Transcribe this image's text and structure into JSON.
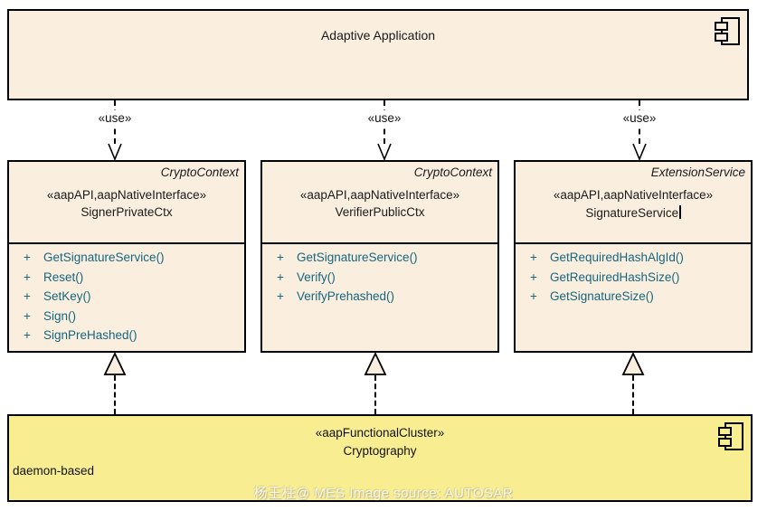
{
  "diagram": {
    "top_component": {
      "label": "Adaptive Application"
    },
    "use_dependencies": [
      {
        "label": "«use»"
      },
      {
        "label": "«use»"
      },
      {
        "label": "«use»"
      }
    ],
    "classes": [
      {
        "type_label": "CryptoContext",
        "stereotype": "«aapAPI,aapNativeInterface»",
        "name": "SignerPrivateCtx",
        "methods": [
          {
            "visibility": "+",
            "signature": "GetSignatureService()"
          },
          {
            "visibility": "+",
            "signature": "Reset()"
          },
          {
            "visibility": "+",
            "signature": "SetKey()"
          },
          {
            "visibility": "+",
            "signature": "Sign()"
          },
          {
            "visibility": "+",
            "signature": "SignPreHashed()"
          }
        ]
      },
      {
        "type_label": "CryptoContext",
        "stereotype": "«aapAPI,aapNativeInterface»",
        "name": "VerifierPublicCtx",
        "methods": [
          {
            "visibility": "+",
            "signature": "GetSignatureService()"
          },
          {
            "visibility": "+",
            "signature": "Verify()"
          },
          {
            "visibility": "+",
            "signature": "VerifyPrehashed()"
          }
        ]
      },
      {
        "type_label": "ExtensionService",
        "stereotype": "«aapAPI,aapNativeInterface»",
        "name": "SignatureService",
        "methods": [
          {
            "visibility": "+",
            "signature": "GetRequiredHashAlgId()"
          },
          {
            "visibility": "+",
            "signature": "GetRequiredHashSize()"
          },
          {
            "visibility": "+",
            "signature": "GetSignatureSize()"
          }
        ]
      }
    ],
    "functional_cluster": {
      "stereotype": "«aapFunctionalCluster»",
      "name": "Cryptography",
      "annotation": "daemon-based"
    },
    "watermark": "杨王柱@ MES Image source:  AUTOSAR",
    "colors": {
      "element_fill": "#FAEFDF",
      "cluster_fill": "#F9ED92",
      "border": "#000000",
      "method_text": "#16657F"
    }
  }
}
